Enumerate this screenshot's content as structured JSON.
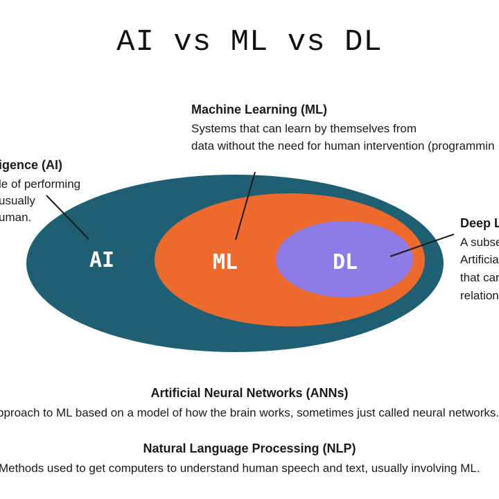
{
  "title": "AI vs ML vs DL",
  "colors": {
    "ai": "#1f5f73",
    "ml": "#ee6a2c",
    "dl": "#8e7be6",
    "text": "#1a1a1a",
    "label": "#ffffff"
  },
  "venn": {
    "ai_label": "AI",
    "ml_label": "ML",
    "dl_label": "DL"
  },
  "ai_callout": {
    "heading": "igence (AI)",
    "lines": [
      "le of performing",
      "usually",
      "uman."
    ]
  },
  "ml_callout": {
    "heading": "Machine Learning (ML)",
    "lines": [
      "Systems that can learn by themselves from",
      "data without the need for human intervention (programmin"
    ]
  },
  "dl_callout": {
    "heading": "Deep L",
    "lines": [
      "A subse",
      "Artificia",
      "that car",
      "relation"
    ]
  },
  "ann": {
    "heading": "Artificial Neural Networks (ANNs)",
    "text": "pproach to ML based on a model of how the brain works, sometimes just called neural networks."
  },
  "nlp": {
    "heading": "Natural Language Processing (NLP)",
    "text": "Methods used to get computers to understand human speech and text, usually involving ML."
  }
}
